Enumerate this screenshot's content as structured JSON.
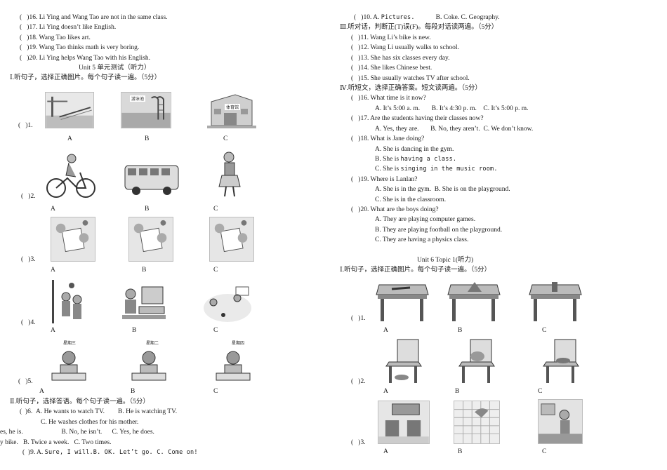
{
  "left": {
    "top_items": [
      "(   )16. Li Ying and Wang Tao are not in the same class.",
      "(   )17. Li Ying doesn’t like English.",
      "(   )18. Wang Tao likes art.",
      "(   )19. Wang Tao thinks math is very boring.",
      "(   )20. Li Ying helps Wang Tao with his English."
    ],
    "unit5_title": "Unit 5 单元测试（听力）",
    "section1_heading": "Ⅰ.听句子，选择正确图片。每个句子读一遍。（5分）",
    "q1": "(   )1.",
    "q2": "(   )2.",
    "q3": "(   )3.",
    "q4": "(   )4.",
    "q5": "(   )5.",
    "opt_a": "A",
    "opt_b": "B",
    "opt_c": "C",
    "captions": {
      "pool": "游泳池",
      "gym": "体育馆",
      "day_wed": "星期三",
      "day_tue": "星期二",
      "day_thu": "星期四"
    },
    "section2_heading": "Ⅱ.听句子，选择答语。每个句子读一遍。（5分）",
    "q6_line1": "(  )6.  A. He wants to watch TV.        B. He is watching TV.",
    "q6_line2": "C. He washes clothes for his mother.",
    "q7_partial": "es, he is.                       B. No, he isn’t.      C. Yes, he does.",
    "q8_partial": "y bike.   B. Twice a week.   C. Two times.",
    "q9_prefix": "(  )9. A. ",
    "q9_mono": "Sure, I will.B. OK. Let’t go. C. Come on!"
  },
  "right": {
    "q10_prefix": "(   )10. A. ",
    "q10_a": "Pictures.",
    "q10_bc": "B. Coke. C. Geography.",
    "section3_heading": "Ⅲ.听对话，判断正(T)误(F)。每段对话读两遍。（5分）",
    "tf_items": [
      "(   )11. Wang Li’s bike is new.",
      "(   )12. Wang Li usually walks to school.",
      "(   )13. She has six classes every day.",
      "(   )14. She likes Chinese best.",
      "(   )15. She usually watches TV after school."
    ],
    "section4_heading": "Ⅳ.听短文，选择正确答案。短文读两遍。（5分）",
    "q16": "(   )16. What time is it now?",
    "q16_opts": "A. It’s 5:00 a. m.       B. It’s 4:30 p. m.    C. It’s 5:00 p. m.",
    "q17": "(   )17. Are the students having their classes now?",
    "q17_opts": "A. Yes, they are.       B. No, they aren’t.  C. We don’t know.",
    "q18": "(   )18. What is Jane doing?",
    "q18_a": "A. She is dancing in the gym.",
    "q18_b_prefix": "B. She is ",
    "q18_b_mono": "having a class.",
    "q18_c_prefix": "C. She is ",
    "q18_c_mono": "singing in the music room.",
    "q19": "(   )19. Where is Lanlan?",
    "q19_ab": "A. She is in the gym.  B. She is on the playground.",
    "q19_c": "C. She is in the classroom.",
    "q20": "(   )20. What are the boys doing?",
    "q20_a": "A. They are playing computer games.",
    "q20_b": "B. They are playing football on the playground.",
    "q20_c": "C. They are having a physics class.",
    "unit6_title": "Unit 6 Topic 1(听力)",
    "section1_heading": "Ⅰ.听句子，选择正确图片。每个句子读一遍。（5分）",
    "q1": "(   )1.",
    "q2": "(   )2.",
    "q3": "(   )3.",
    "opt_a": "A",
    "opt_b": "B",
    "opt_c": "C"
  }
}
